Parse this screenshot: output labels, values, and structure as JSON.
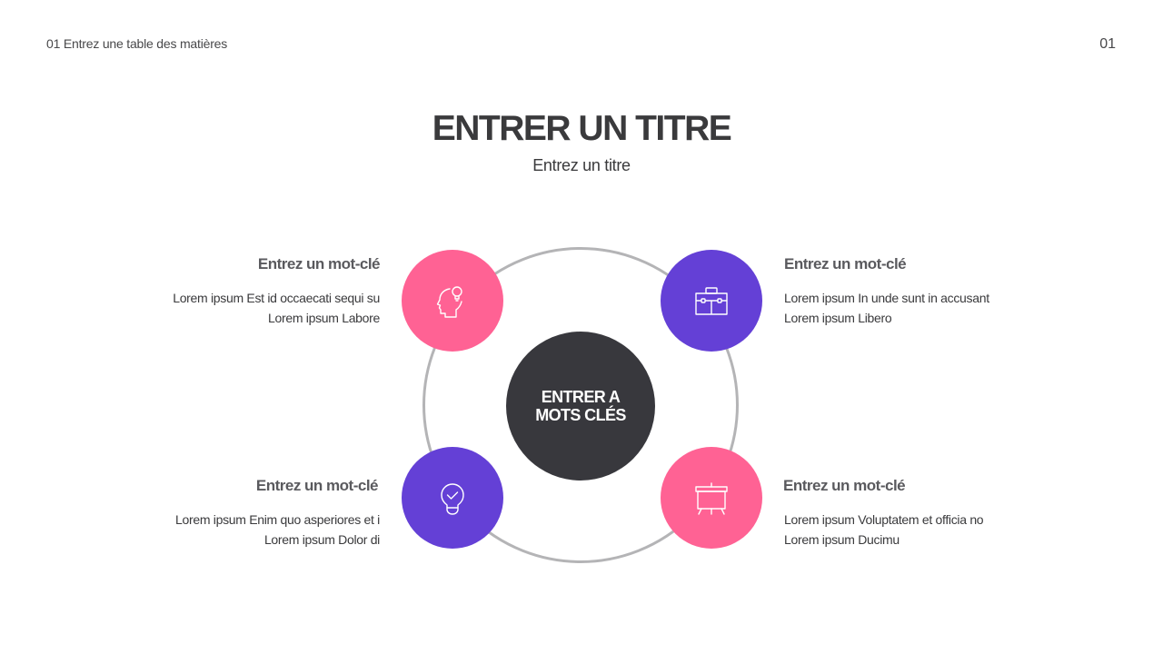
{
  "header": {
    "toc_label": "01 Entrez une table des matières",
    "page_number": "01"
  },
  "title": "ENTRER UN TITRE",
  "subtitle": "Entrez un titre",
  "center": {
    "label": "ENTRER A\nMOTS CLÉS",
    "color": "#38383d"
  },
  "colors": {
    "pink": "#ff6294",
    "purple": "#6440d6",
    "ring": "#b4b4b6"
  },
  "items": [
    {
      "keyword": "Entrez un mot-clé",
      "line1": "Lorem ipsum Est id occaecati sequi su",
      "line2": "Lorem ipsum Labore",
      "icon": "head-lightbulb-icon",
      "color": "#ff6294"
    },
    {
      "keyword": "Entrez un mot-clé",
      "line1": "Lorem ipsum In unde sunt in accusant",
      "line2": "Lorem ipsum Libero",
      "icon": "briefcase-icon",
      "color": "#6440d6"
    },
    {
      "keyword": "Entrez un mot-clé",
      "line1": "Lorem ipsum Enim quo asperiores et i",
      "line2": "Lorem ipsum Dolor di",
      "icon": "lightbulb-check-icon",
      "color": "#6440d6"
    },
    {
      "keyword": "Entrez un mot-clé",
      "line1": "Lorem ipsum Voluptatem et officia no",
      "line2": "Lorem ipsum Ducimu",
      "icon": "presentation-board-icon",
      "color": "#ff6294"
    }
  ]
}
